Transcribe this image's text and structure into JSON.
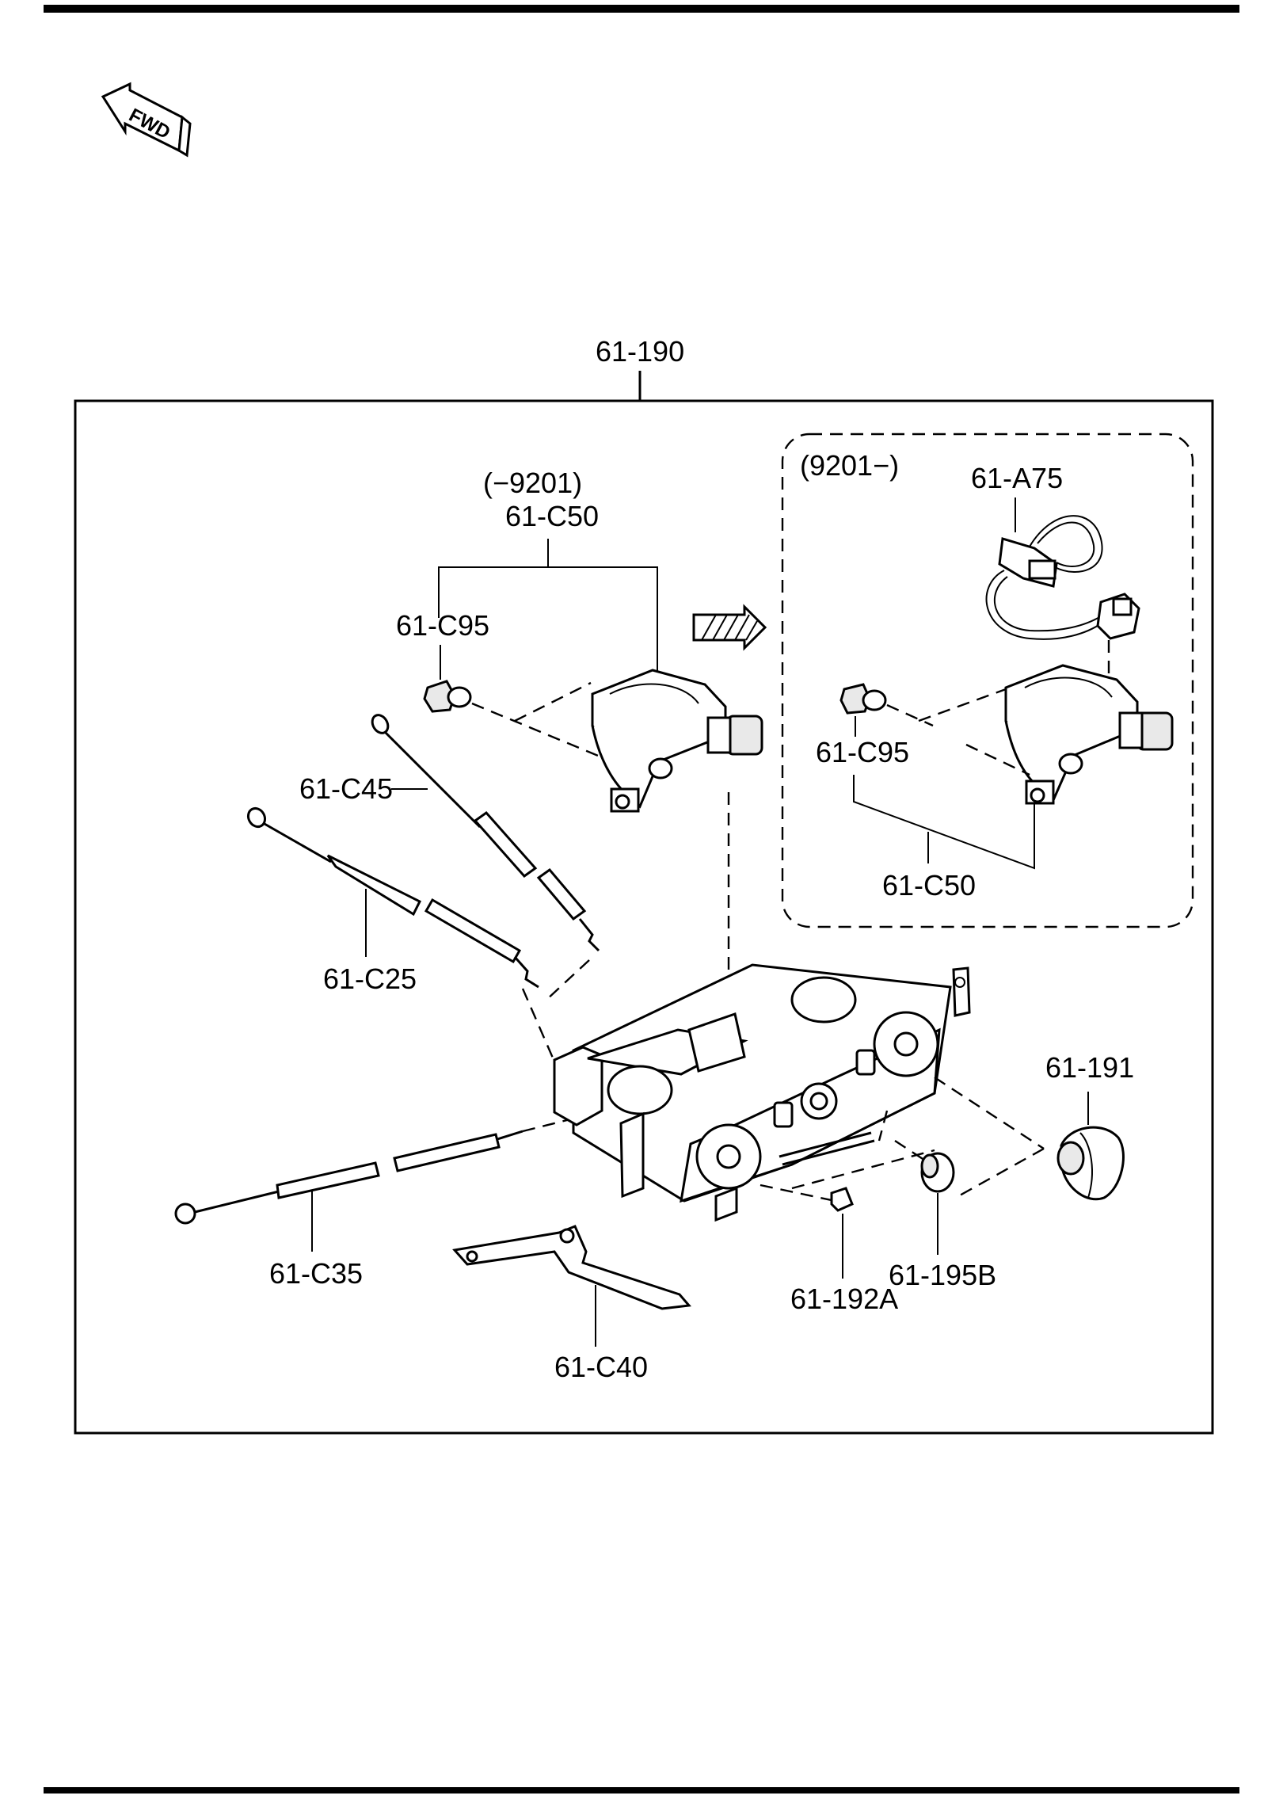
{
  "fwd_label": "FWD",
  "callouts": {
    "assembly": "61-190",
    "switch_early_range": "(−9201)",
    "switch_early_part": "61-C50",
    "bulb_early": "61-C95",
    "late_range": "(9201−)",
    "harness": "61-A75",
    "bulb_late": "61-C95",
    "switch_late_part": "61-C50",
    "cable_c45": "61-C45",
    "cable_c25": "61-C25",
    "cable_c35": "61-C35",
    "lever_c40": "61-C40",
    "knob_191": "61-191",
    "knob_195b": "61-195B",
    "knob_192a": "61-192A"
  }
}
